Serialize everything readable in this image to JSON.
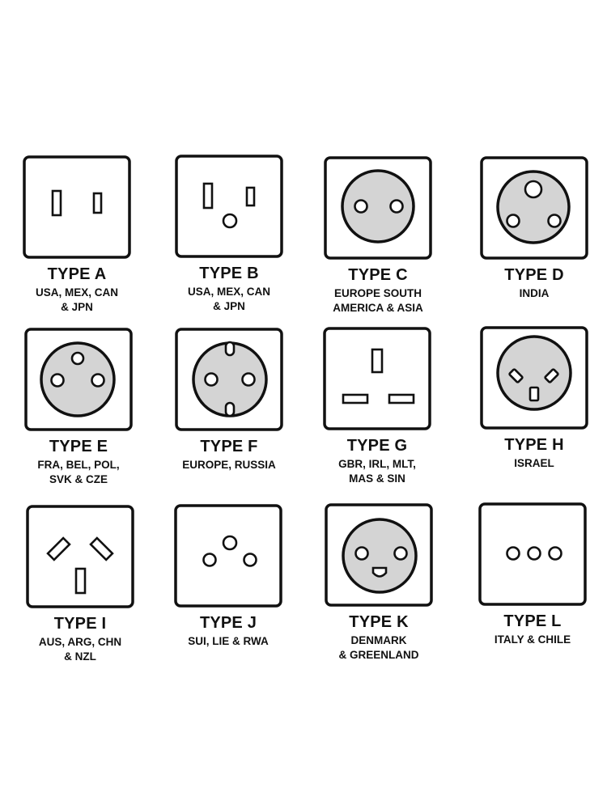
{
  "sockets": [
    {
      "title": "TYPE A",
      "line1": "USA, MEX, CAN",
      "line2": "& JPN"
    },
    {
      "title": "TYPE B",
      "line1": "USA, MEX, CAN",
      "line2": "& JPN"
    },
    {
      "title": "TYPE C",
      "line1": "EUROPE SOUTH",
      "line2": "AMERICA & ASIA"
    },
    {
      "title": "TYPE D",
      "line1": "INDIA",
      "line2": ""
    },
    {
      "title": "TYPE E",
      "line1": "FRA, BEL, POL,",
      "line2": "SVK & CZE"
    },
    {
      "title": "TYPE F",
      "line1": "EUROPE, RUSSIA",
      "line2": ""
    },
    {
      "title": "TYPE G",
      "line1": "GBR, IRL, MLT,",
      "line2": "MAS & SIN"
    },
    {
      "title": "TYPE H",
      "line1": "ISRAEL",
      "line2": ""
    },
    {
      "title": "TYPE I",
      "line1": "AUS, ARG, CHN",
      "line2": "& NZL"
    },
    {
      "title": "TYPE J",
      "line1": "SUI, LIE & RWA",
      "line2": ""
    },
    {
      "title": "TYPE K",
      "line1": "DENMARK",
      "line2": "& GREENLAND"
    },
    {
      "title": "TYPE L",
      "line1": "ITALY & CHILE",
      "line2": ""
    }
  ],
  "colors": {
    "outline": "#111111",
    "plate": "#d4d4d4",
    "background": "#ffffff"
  }
}
